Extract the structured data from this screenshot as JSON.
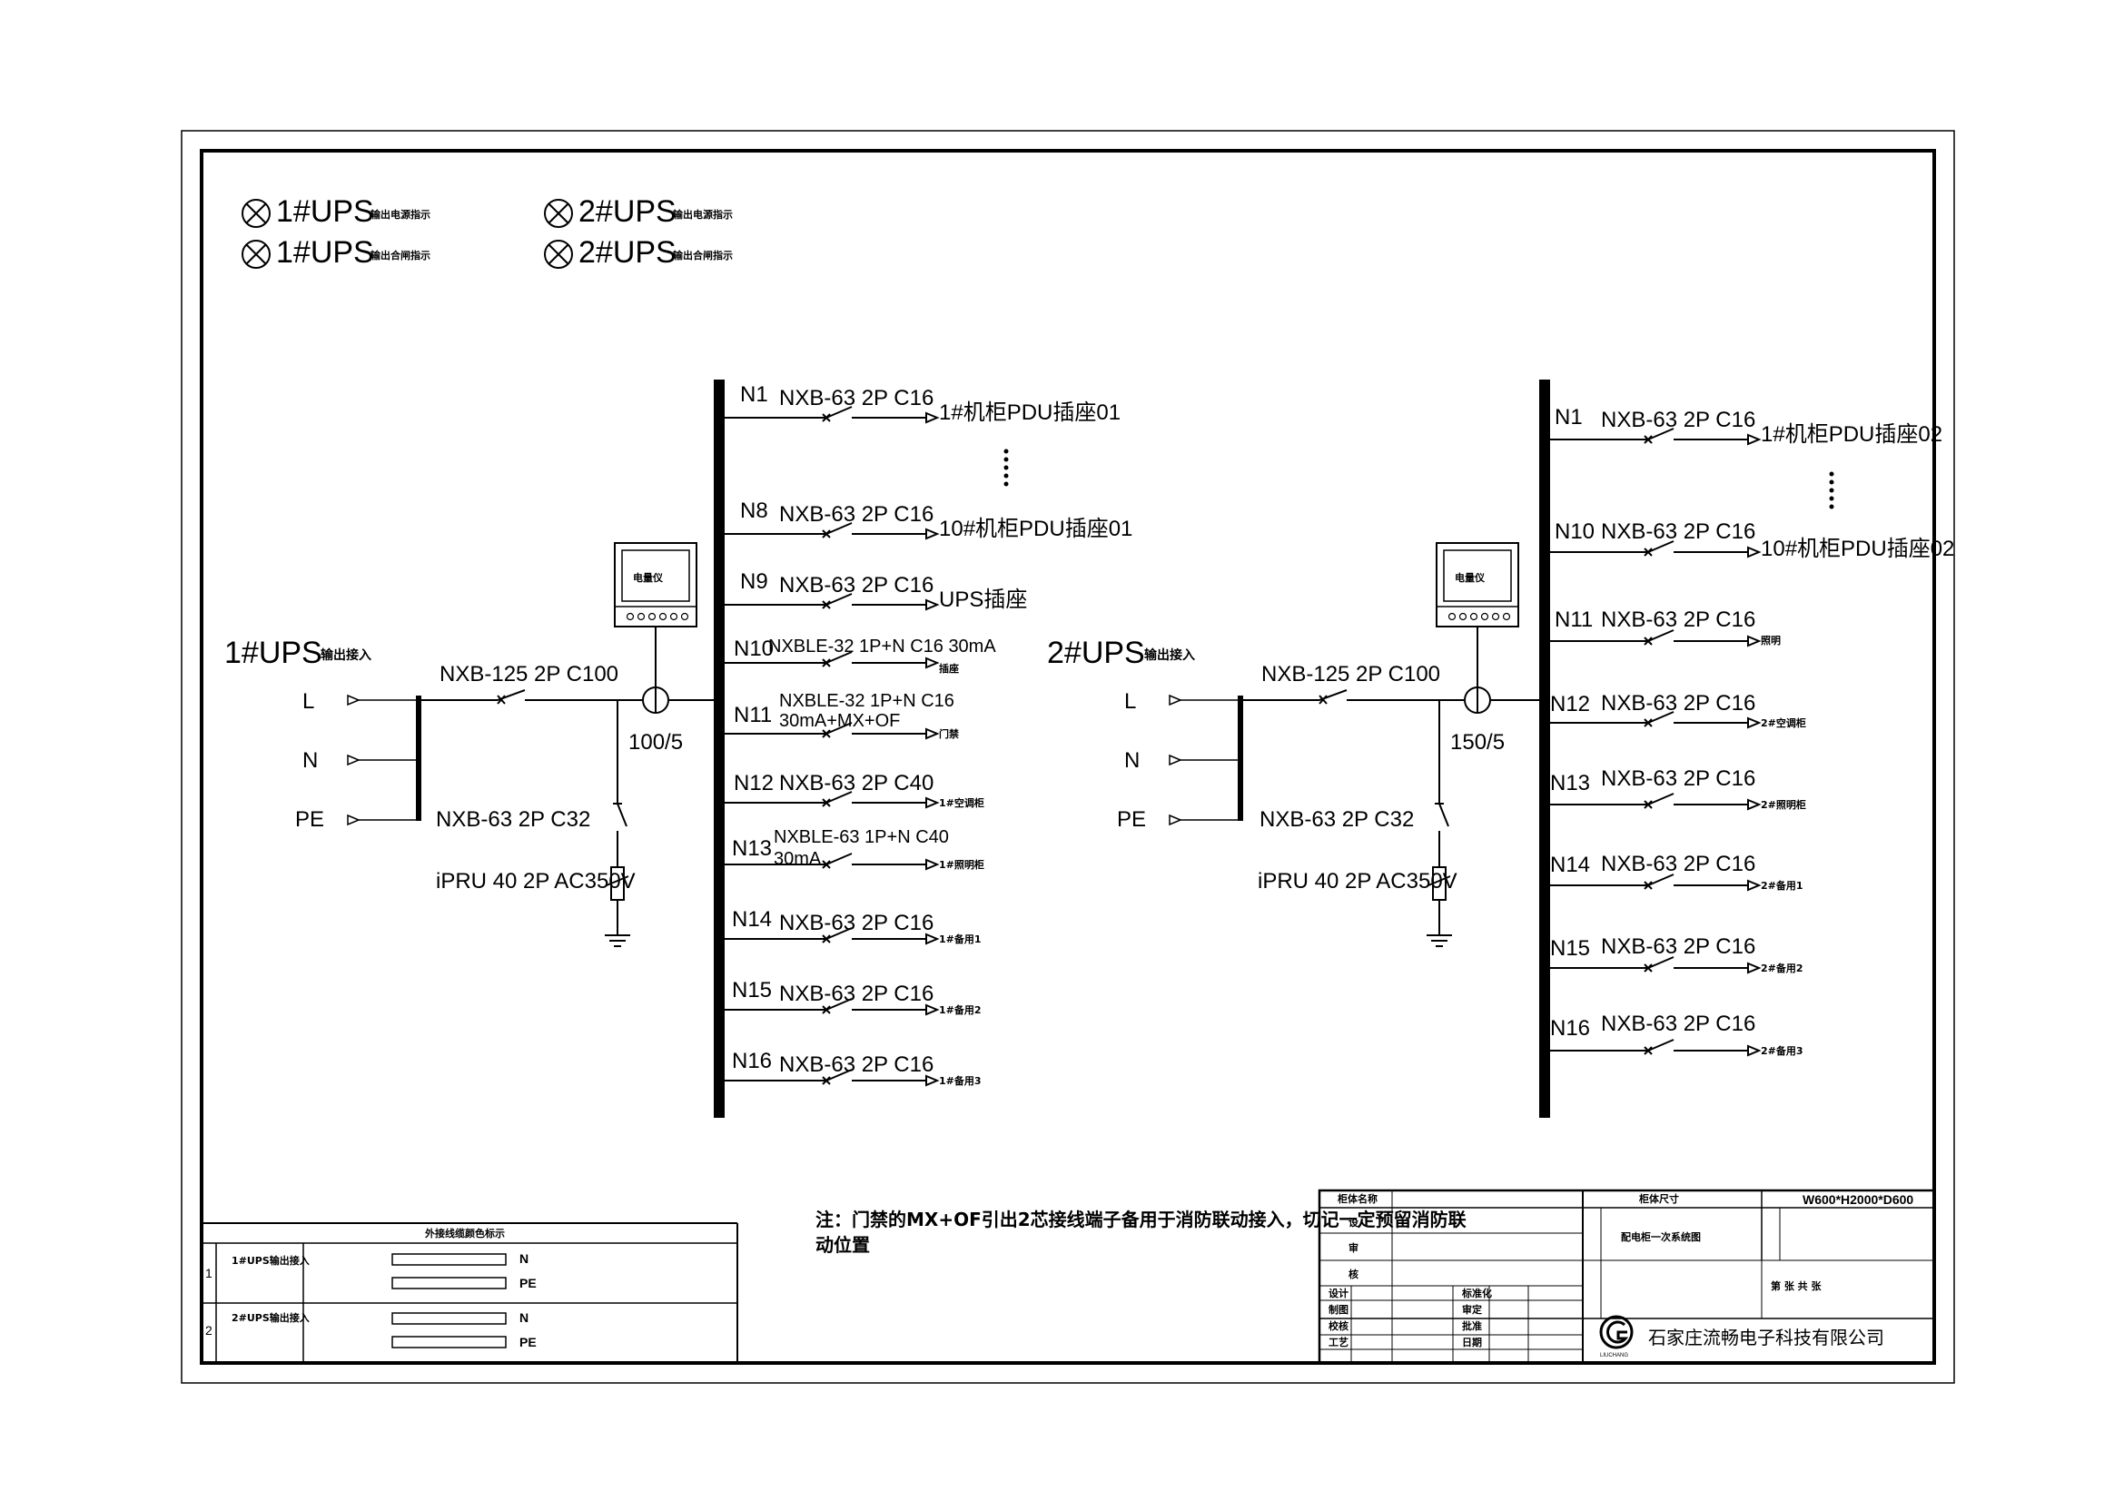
{
  "indicators": [
    {
      "label": "1#UPS",
      "suffix": "输出电源指示"
    },
    {
      "label": "1#UPS",
      "suffix": "输出合闸指示"
    },
    {
      "label": "2#UPS",
      "suffix": "输出电源指示"
    },
    {
      "label": "2#UPS",
      "suffix": "输出合闸指示"
    }
  ],
  "cabinets": [
    {
      "title": "1#UPS",
      "title_suffix": "输出接入",
      "phases": [
        "L",
        "N",
        "PE"
      ],
      "main_breaker": "NXB-125 2P C100",
      "ct": "100/5",
      "meter": "电量仪",
      "spd_breaker": "NXB-63 2P C32",
      "spd": "iPRU 40 2P AC350V",
      "branches": [
        {
          "id": "N1",
          "spec": "NXB-63 2P C16",
          "target": "1#机柜PDU插座01"
        },
        {
          "id": "N8",
          "spec": "NXB-63 2P C16",
          "target": "10#机柜PDU插座01"
        },
        {
          "id": "N9",
          "spec": "NXB-63 2P C16",
          "target": "UPS插座"
        },
        {
          "id": "N10",
          "spec": "NXBLE-32 1P+N C16 30mA",
          "target": "插座"
        },
        {
          "id": "N11",
          "spec": "NXBLE-32 1P+N C16",
          "spec2": "30mA+MX+OF",
          "target": "门禁"
        },
        {
          "id": "N12",
          "spec": "NXB-63 2P C40",
          "target": "1#空调柜"
        },
        {
          "id": "N13",
          "spec": "NXBLE-63 1P+N C40",
          "spec2": "30mA",
          "target": "1#照明柜"
        },
        {
          "id": "N14",
          "spec": "NXB-63 2P C16",
          "target": "1#备用1"
        },
        {
          "id": "N15",
          "spec": "NXB-63 2P C16",
          "target": "1#备用2"
        },
        {
          "id": "N16",
          "spec": "NXB-63 2P C16",
          "target": "1#备用3"
        }
      ]
    },
    {
      "title": "2#UPS",
      "title_suffix": "输出接入",
      "phases": [
        "L",
        "N",
        "PE"
      ],
      "main_breaker": "NXB-125 2P C100",
      "ct": "150/5",
      "meter": "电量仪",
      "spd_breaker": "NXB-63 2P C32",
      "spd": "iPRU 40 2P AC350V",
      "branches": [
        {
          "id": "N1",
          "spec": "NXB-63 2P C16",
          "target": "1#机柜PDU插座02"
        },
        {
          "id": "N10",
          "spec": "NXB-63 2P C16",
          "target": "10#机柜PDU插座02"
        },
        {
          "id": "N11",
          "spec": "NXB-63 2P C16",
          "target": "照明"
        },
        {
          "id": "N12",
          "spec": "NXB-63 2P C16",
          "target": "2#空调柜"
        },
        {
          "id": "N13",
          "spec": "NXB-63 2P C16",
          "target": "2#照明柜"
        },
        {
          "id": "N14",
          "spec": "NXB-63 2P C16",
          "target": "2#备用1"
        },
        {
          "id": "N15",
          "spec": "NXB-63 2P C16",
          "target": "2#备用2"
        },
        {
          "id": "N16",
          "spec": "NXB-63 2P C16",
          "target": "2#备用3"
        }
      ]
    }
  ],
  "note": {
    "line1": "注：门禁的MX+OF引出2芯接线端子备用于消防联动接入，切记一定预留消防联",
    "line2": "动位置"
  },
  "wire_table": {
    "header": "外接线缆颜色标示",
    "rows": [
      {
        "no": "1",
        "name": "1#UPS输出接入",
        "wires": [
          "N",
          "PE"
        ]
      },
      {
        "no": "2",
        "name": "2#UPS输出接入",
        "wires": [
          "N",
          "PE"
        ]
      }
    ]
  },
  "title_block": {
    "label_name": "柜体名称",
    "label_size": "柜体尺寸",
    "size_value": "W600*H2000*D600",
    "rows_left": [
      "设",
      "审",
      "核"
    ],
    "sig_labels": [
      "设计",
      "制图",
      "校核",
      "工艺"
    ],
    "sig_labels_right": [
      "标准化",
      "审定",
      "批准",
      "日期"
    ],
    "dwg_title": "配电柜一次系统图",
    "sheet_text": "第 张 共 张",
    "company": "石家庄流畅电子科技有限公司",
    "logo_caption": "LIUCHANG"
  }
}
